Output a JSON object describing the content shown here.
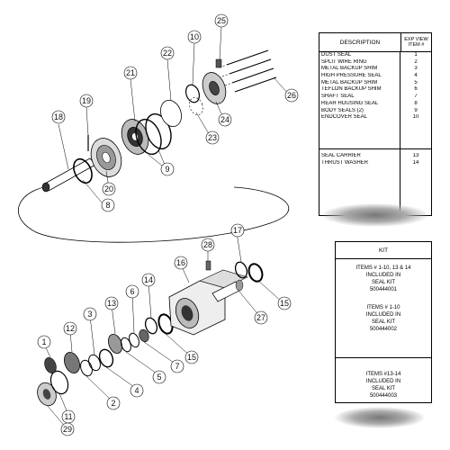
{
  "callouts": {
    "c1": "1",
    "c2": "2",
    "c3": "3",
    "c4": "4",
    "c5": "5",
    "c6": "6",
    "c7": "7",
    "c8": "8",
    "c9": "9",
    "c10": "10",
    "c11": "11",
    "c12": "12",
    "c13": "13",
    "c14": "14",
    "c15a": "15",
    "c15b": "15",
    "c16": "16",
    "c17": "17",
    "c18": "18",
    "c19": "19",
    "c20": "20",
    "c21": "21",
    "c22": "22",
    "c23": "23",
    "c24": "24",
    "c25": "25",
    "c26": "26",
    "c27": "27",
    "c28": "28",
    "c29": "29"
  },
  "parts_table": {
    "header_description": "DESCRIPTION",
    "header_item": "EXP VIEW\nITEM #",
    "items": [
      {
        "description": "DUST SEAL",
        "item": "1"
      },
      {
        "description": "SPLIT WIRE RING",
        "item": "2"
      },
      {
        "description": "METAL BACKUP SHIM",
        "item": "3"
      },
      {
        "description": "HIGH PRESSURE SEAL",
        "item": "4"
      },
      {
        "description": "METAL BACKUP SHIM",
        "item": "5"
      },
      {
        "description": "TEFLON BACKUP SHIM",
        "item": "6"
      },
      {
        "description": "SHAFT SEAL",
        "item": "7"
      },
      {
        "description": "REAR HOUSING SEAL",
        "item": "8"
      },
      {
        "description": "BODY SEALS (2)",
        "item": "9"
      },
      {
        "description": "ENDCOVER SEAL",
        "item": "10"
      }
    ],
    "items2": [
      {
        "description": "SEAL CARRIER",
        "item": "13"
      },
      {
        "description": "THRUST WASHER",
        "item": "14"
      }
    ]
  },
  "kit_box": {
    "title": "KIT",
    "section1": "ITEMS # 1-10, 13 & 14\nINCLUDED IN\nSEAL KIT\n500444001",
    "section2": "ITEMS # 1-10\nINCLUDED IN\nSEAL KIT\n500444002",
    "section3": "ITEMS #13-14\nINCLUDED IN\nSEAL KIT\n500444003"
  }
}
